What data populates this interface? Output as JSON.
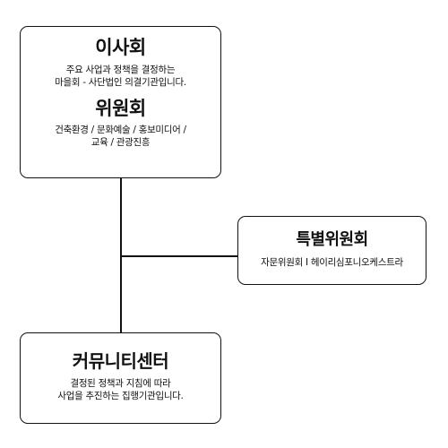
{
  "board": {
    "title": "이사회",
    "desc_lines": [
      "주요 사업과 정책을 결정하는",
      "마을회 - 사단법인 의결기관입니다."
    ]
  },
  "committee": {
    "title": "위원회",
    "desc_lines": [
      "건축환경 / 문화예술 / 홍보미디어 /",
      "교육 / 관광진흥"
    ]
  },
  "special_committee": {
    "title": "특별위원회",
    "desc": "자문위원회 I 헤이리심포니오케스트라"
  },
  "community_center": {
    "title": "커뮤니티센터",
    "desc_lines": [
      "결정된 정책과 지침에 따라",
      "사업을 추진하는 집행기관입니다."
    ]
  }
}
